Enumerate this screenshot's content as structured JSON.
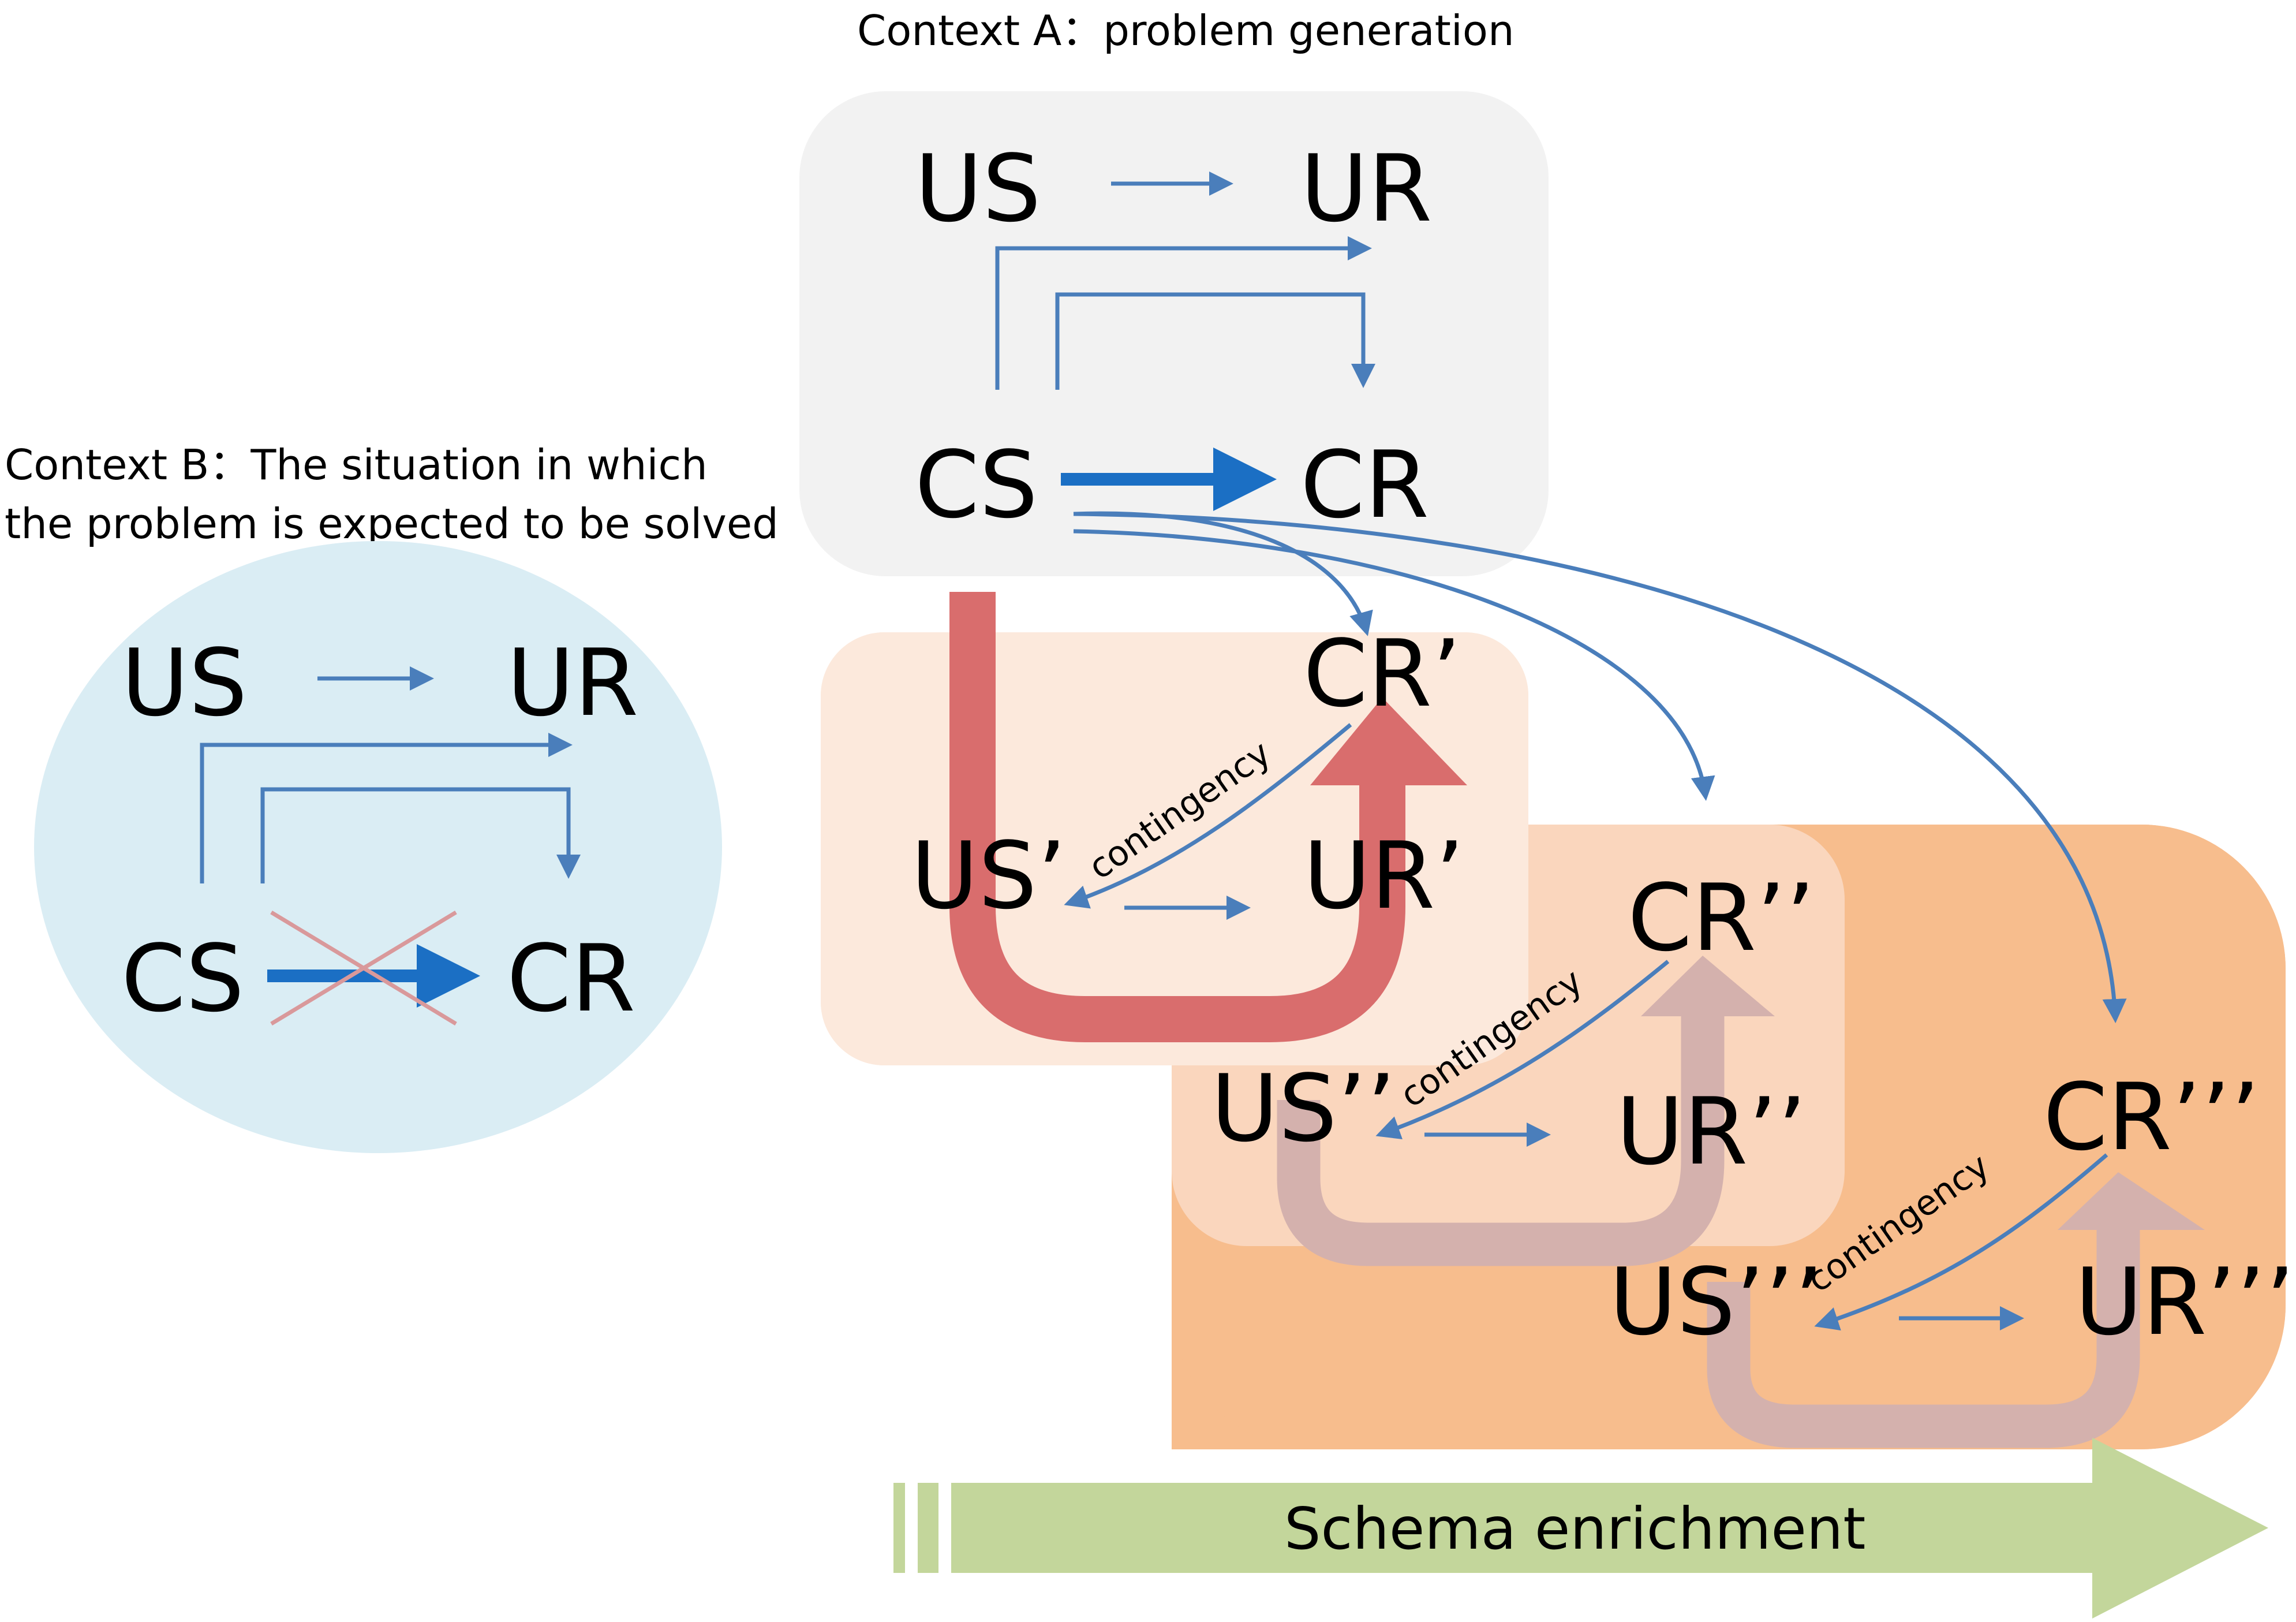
{
  "contextA": {
    "title": "Context A：problem generation",
    "US": "US",
    "UR": "UR",
    "CS": "CS",
    "CR": "CR"
  },
  "contextB": {
    "title_line1": "Context B：The situation in which",
    "title_line2": "the problem is expected to be solved",
    "US": "US",
    "UR": "UR",
    "CS": "CS",
    "CR": "CR"
  },
  "stage1": {
    "CR": "CR’",
    "US": "US’",
    "UR": "UR’",
    "contingency": "contingency"
  },
  "stage2": {
    "CR": "CR’’",
    "US": "US’’",
    "UR": "UR’’",
    "contingency": "contingency"
  },
  "stage3": {
    "CR": "CR’’’",
    "US": "US’’’",
    "UR": "UR’’’",
    "contingency": "contingency"
  },
  "schema_label": "Schema enrichment",
  "colors": {
    "contextA_bg": "#f2f2f2",
    "contextB_bg": "#daedf4",
    "stage1_bg": "#fce9dc",
    "stage2_bg": "#fad6bd",
    "stage3_bg": "#f7bd8d",
    "arrow_blue": "#4a7ebb",
    "strong_blue": "#1b6fc4",
    "red_u": "#d96d6d",
    "mauve_u": "#d4b1ad",
    "schema_green": "#c3d69b",
    "cross": "#d9999b"
  }
}
